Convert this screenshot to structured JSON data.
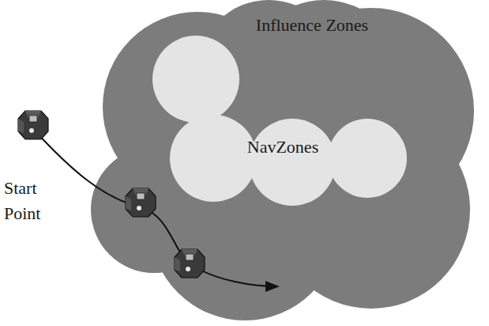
{
  "diagram": {
    "nodes": [
      {
        "text": [
          "Influence Zones"
        ]
      },
      {
        "text": [
          "NavZones"
        ],
        "in": 0
      }
    ],
    "labels": [
      "Start Point"
    ]
  }
}
